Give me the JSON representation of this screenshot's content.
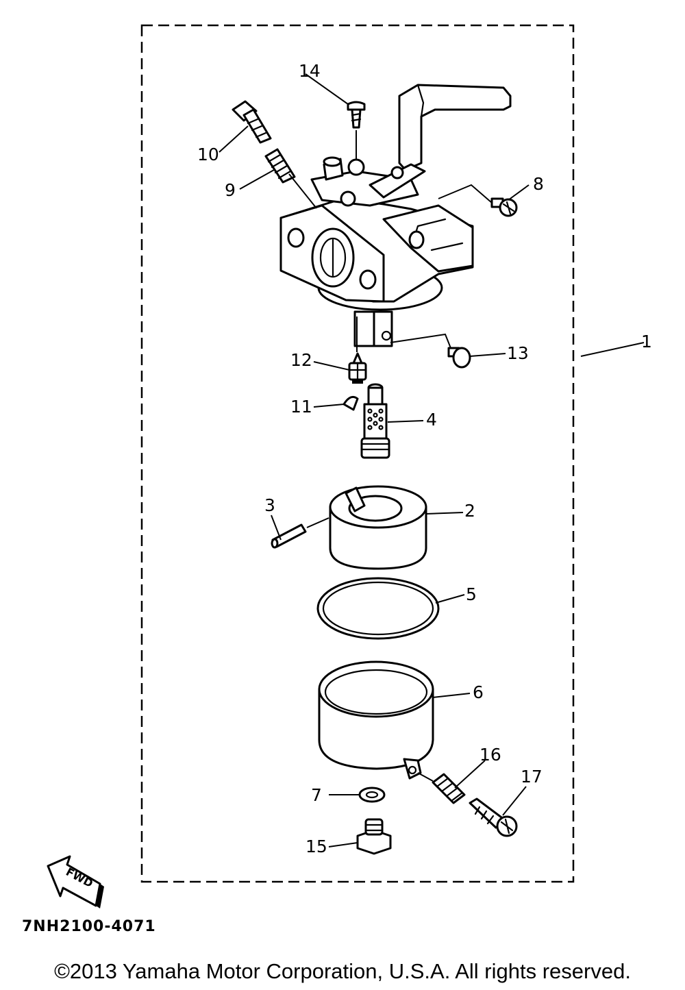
{
  "callouts": {
    "c1": "1",
    "c2": "2",
    "c3": "3",
    "c4": "4",
    "c5": "5",
    "c6": "6",
    "c7": "7",
    "c8": "8",
    "c9": "9",
    "c10": "10",
    "c11": "11",
    "c12": "12",
    "c13": "13",
    "c14": "14",
    "c15": "15",
    "c16": "16",
    "c17": "17"
  },
  "fwd_label": "FWD",
  "drawing_code": "7NH2100-4071",
  "copyright": "©2013 Yamaha Motor Corporation, U.S.A. All rights reserved."
}
